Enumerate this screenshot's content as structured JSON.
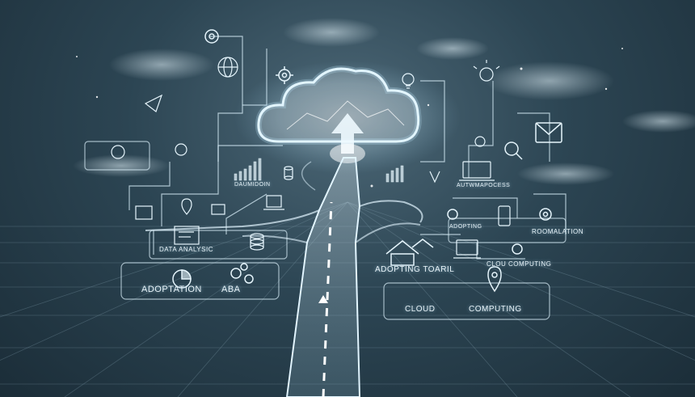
{
  "labels": {
    "data_analysis": "DATA ANALYSIC",
    "adoptation": "ADOPTATION",
    "aba": "ABA",
    "dataminion": "DAUMIDOIN",
    "automation_process": "AUTWMAPOCESS",
    "adopting": "ADOPTING",
    "roomalation": "ROOMALATION",
    "adopting_toaril": "ADOPTING TOARIL",
    "clou_computing": "CLOU COMPUTING",
    "cloud": "CLOUD",
    "computing": "COMPUTING"
  },
  "colors": {
    "background": "#2c4553",
    "glow": "#cdefff",
    "line": "#d8eef8"
  },
  "icons": [
    "cloud-icon",
    "arrow-up-icon",
    "globe-icon",
    "gear-icon",
    "lightbulb-icon",
    "mail-icon",
    "chart-icon",
    "document-icon",
    "database-icon",
    "location-pin-icon",
    "house-icon",
    "laptop-icon",
    "phone-icon",
    "search-icon",
    "bolt-icon"
  ]
}
